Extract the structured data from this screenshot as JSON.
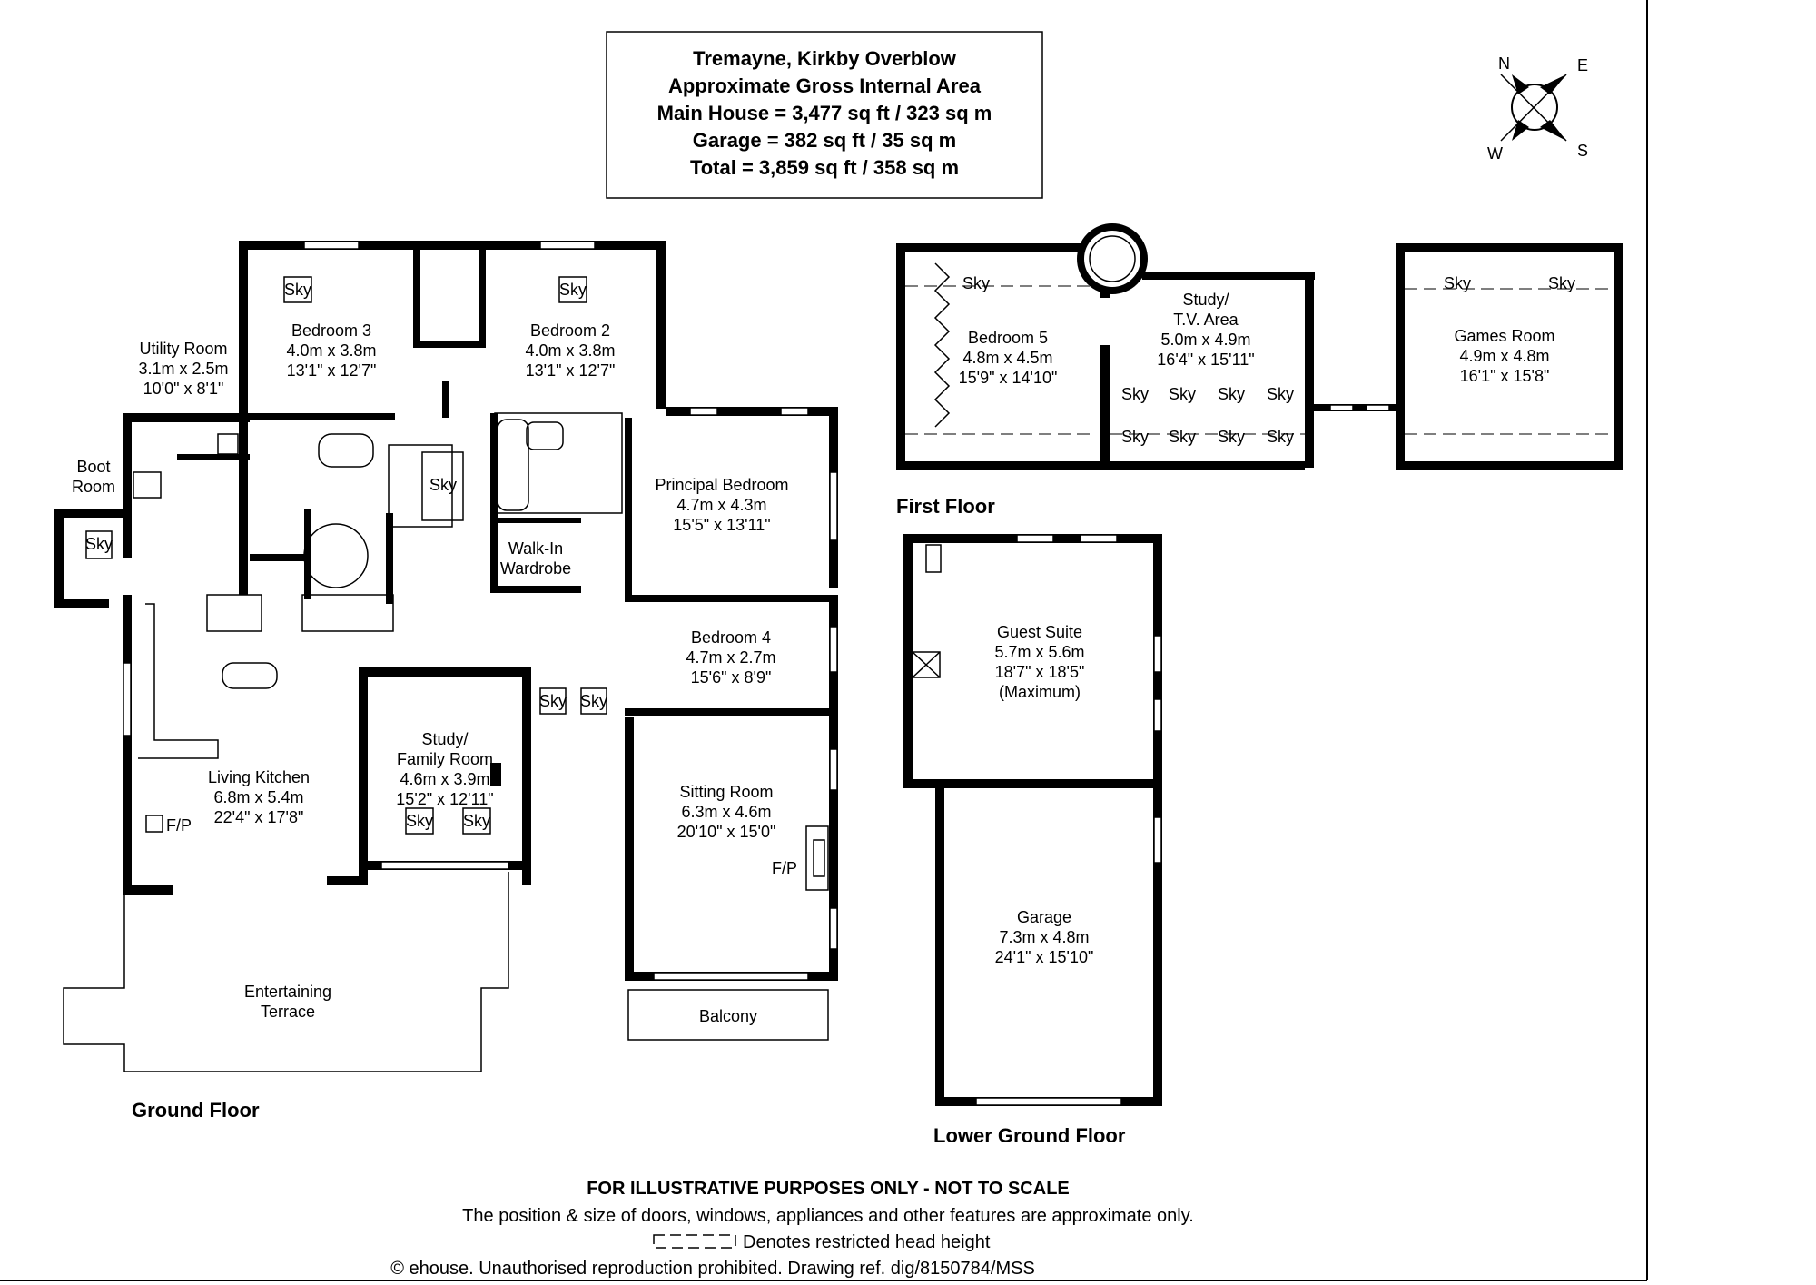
{
  "header": {
    "line1": "Tremayne, Kirkby Overblow",
    "line2": "Approximate Gross Internal Area",
    "line3": "Main House = 3,477 sq ft / 323 sq m",
    "line4": "Garage = 382 sq ft / 35 sq m",
    "line5": "Total = 3,859 sq ft / 358 sq m"
  },
  "compass": {
    "n": "N",
    "e": "E",
    "s": "S",
    "w": "W"
  },
  "ground_floor": {
    "label": "Ground Floor",
    "bedroom3": {
      "name": "Bedroom 3",
      "metric": "4.0m x 3.8m",
      "imperial": "13'1\" x 12'7\""
    },
    "bedroom2": {
      "name": "Bedroom 2",
      "metric": "4.0m x 3.8m",
      "imperial": "13'1\" x 12'7\""
    },
    "utility": {
      "name": "Utility Room",
      "metric": "3.1m x 2.5m",
      "imperial": "10'0\" x 8'1\""
    },
    "boot_room_1": "Boot",
    "boot_room_2": "Room",
    "principal": {
      "name": "Principal Bedroom",
      "metric": "4.7m x 4.3m",
      "imperial": "15'5\" x 13'11\""
    },
    "walkin_1": "Walk-In",
    "walkin_2": "Wardrobe",
    "bedroom4": {
      "name": "Bedroom 4",
      "metric": "4.7m x 2.7m",
      "imperial": "15'6\" x 8'9\""
    },
    "study": {
      "name1": "Study/",
      "name2": "Family Room",
      "metric": "4.6m x 3.9m",
      "imperial": "15'2\" x 12'11\""
    },
    "kitchen": {
      "name": "Living Kitchen",
      "metric": "6.8m x 5.4m",
      "imperial": "22'4\" x 17'8\""
    },
    "sitting": {
      "name": "Sitting Room",
      "metric": "6.3m x 4.6m",
      "imperial": "20'10\" x 15'0\""
    },
    "fp": "F/P",
    "terrace_1": "Entertaining",
    "terrace_2": "Terrace",
    "balcony": "Balcony"
  },
  "first_floor": {
    "label": "First Floor",
    "bedroom5": {
      "name": "Bedroom 5",
      "metric": "4.8m x 4.5m",
      "imperial": "15'9\" x 14'10\""
    },
    "study": {
      "name1": "Study/",
      "name2": "T.V. Area",
      "metric": "5.0m x 4.9m",
      "imperial": "16'4\" x 15'11\""
    },
    "games": {
      "name": "Games Room",
      "metric": "4.9m x 4.8m",
      "imperial": "16'1\" x 15'8\""
    }
  },
  "lower_ground_floor": {
    "label": "Lower Ground Floor",
    "guest": {
      "name": "Guest Suite",
      "metric": "5.7m x 5.6m",
      "imperial": "18'7\" x 18'5\"",
      "note": "(Maximum)"
    },
    "garage": {
      "name": "Garage",
      "metric": "7.3m x 4.8m",
      "imperial": "24'1\" x 15'10\""
    }
  },
  "sky": "Sky",
  "footer": {
    "line1": "FOR ILLUSTRATIVE PURPOSES ONLY - NOT TO SCALE",
    "line2": "The position & size of doors, windows, appliances and other features are approximate only.",
    "line3": "Denotes restricted head height",
    "line4": "© ehouse. Unauthorised reproduction prohibited. Drawing ref. dig/8150784/MSS"
  }
}
